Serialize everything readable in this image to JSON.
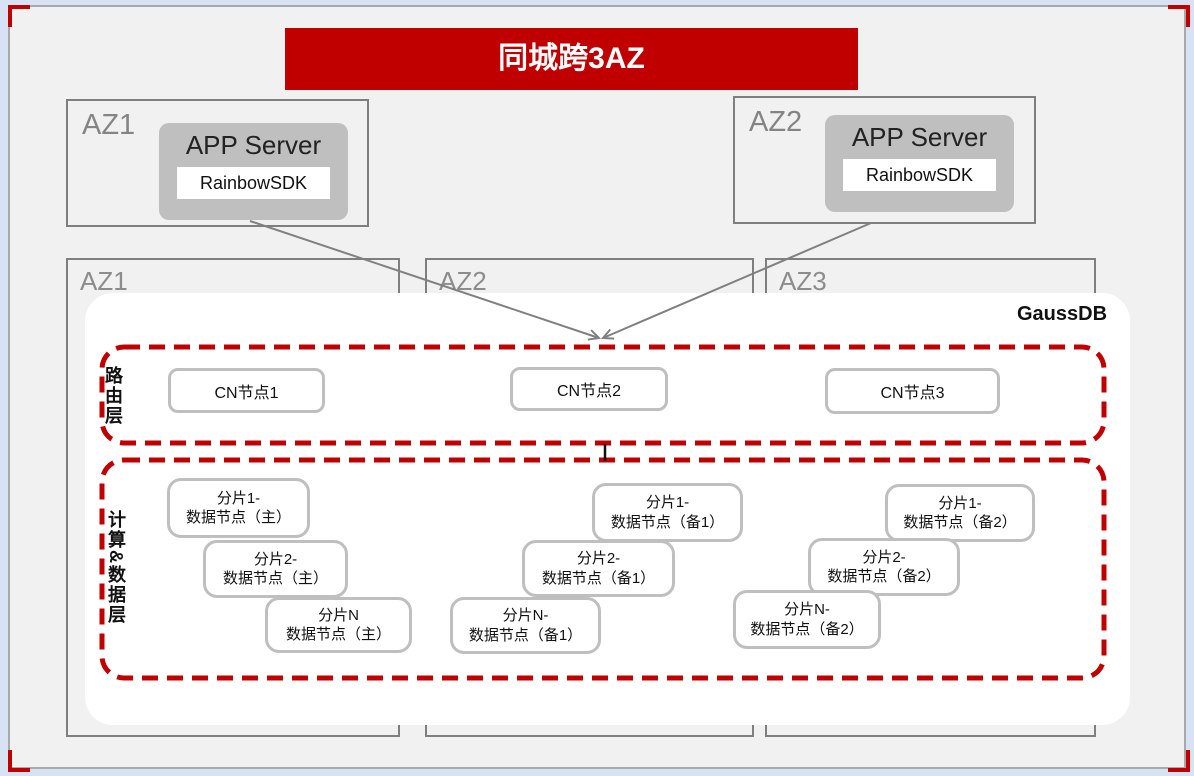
{
  "title_banner": "同城跨3AZ",
  "app_zones": [
    {
      "label": "AZ1",
      "server_label": "APP Server",
      "sdk_label": "RainbowSDK"
    },
    {
      "label": "AZ2",
      "server_label": "APP Server",
      "sdk_label": "RainbowSDK"
    }
  ],
  "db_zones": [
    {
      "label": "AZ1"
    },
    {
      "label": "AZ2"
    },
    {
      "label": "AZ3"
    }
  ],
  "gaussdb": {
    "product_label": "GaussDB",
    "routing_layer": {
      "label": "路由层",
      "cn_nodes": [
        {
          "label": "CN节点1"
        },
        {
          "label": "CN节点2"
        },
        {
          "label": "CN节点3"
        }
      ]
    },
    "data_layer": {
      "label": "计算&数据层",
      "shards_az1": [
        {
          "line1": "分片1-",
          "line2": "数据节点（主）"
        },
        {
          "line1": "分片2-",
          "line2": "数据节点（主）"
        },
        {
          "line1": "分片N",
          "line2": "数据节点（主）"
        }
      ],
      "shards_az2": [
        {
          "line1": "分片1-",
          "line2": "数据节点（备1）"
        },
        {
          "line1": "分片2-",
          "line2": "数据节点（备1）"
        },
        {
          "line1": "分片N-",
          "line2": "数据节点（备1）"
        }
      ],
      "shards_az3": [
        {
          "line1": "分片1-",
          "line2": "数据节点（备2）"
        },
        {
          "line1": "分片2-",
          "line2": "数据节点（备2）"
        },
        {
          "line1": "分片N-",
          "line2": "数据节点（备2）"
        }
      ]
    }
  },
  "colors": {
    "accent_red": "#C00000",
    "server_gray": "#BFBFBF",
    "zone_border_gray": "#7F7F7F",
    "label_gray": "#848484",
    "arrow_gray": "#808080",
    "canvas_bg": "#F1F1F1",
    "outer_bg": "#D7E3F4"
  }
}
